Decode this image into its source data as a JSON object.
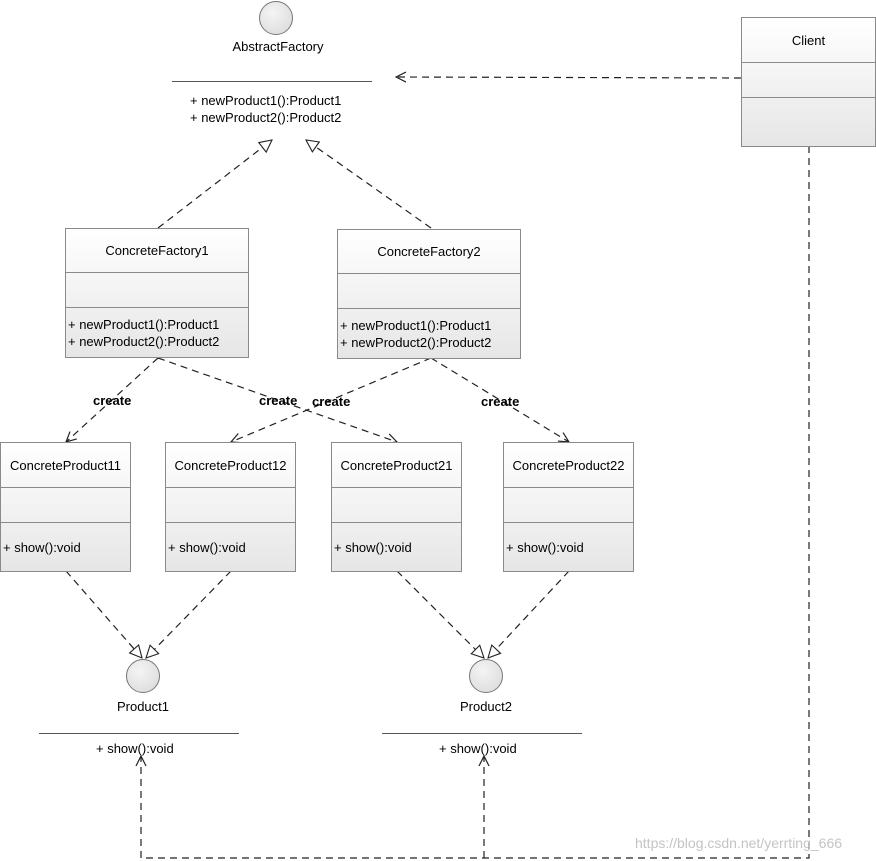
{
  "abstract_factory": {
    "name": "AbstractFactory",
    "ops": [
      "+ newProduct1():Product1",
      "+ newProduct2():Product2"
    ]
  },
  "client": {
    "name": "Client"
  },
  "factories": [
    {
      "name": "ConcreteFactory1",
      "ops": [
        "+ newProduct1():Product1",
        "+ newProduct2():Product2"
      ]
    },
    {
      "name": "ConcreteFactory2",
      "ops": [
        "+ newProduct1():Product1",
        "+ newProduct2():Product2"
      ]
    }
  ],
  "products": [
    {
      "name": "ConcreteProduct11",
      "ops": [
        "+ show():void"
      ]
    },
    {
      "name": "ConcreteProduct12",
      "ops": [
        "+ show():void"
      ]
    },
    {
      "name": "ConcreteProduct21",
      "ops": [
        "+ show():void"
      ]
    },
    {
      "name": "ConcreteProduct22",
      "ops": [
        "+ show():void"
      ]
    }
  ],
  "interfaces": [
    {
      "name": "Product1",
      "ops": [
        "+ show():void"
      ]
    },
    {
      "name": "Product2",
      "ops": [
        "+ show():void"
      ]
    }
  ],
  "edge_labels": [
    "create",
    "create",
    "create",
    "create"
  ],
  "watermark": "https://blog.csdn.net/yerrting_666",
  "colors": {
    "border": "#8a8a8a",
    "line": "#222222",
    "watermark": "#c4c4c4"
  }
}
